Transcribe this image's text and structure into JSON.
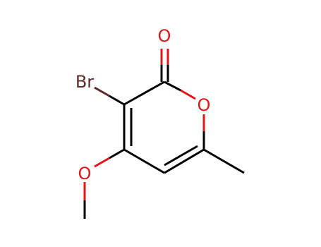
{
  "molecule": {
    "atoms": {
      "br": {
        "symbol": "Br",
        "color": "#5e2b2b"
      },
      "o_ring": {
        "symbol": "O",
        "color": "#e0161a"
      },
      "o_carbonyl": {
        "symbol": "O",
        "color": "#e0161a"
      },
      "o_methoxy": {
        "symbol": "O",
        "color": "#e0161a"
      }
    },
    "colors": {
      "carbon_bond": "#000000",
      "oxygen": "#e0161a",
      "bromine": "#5e2b2b"
    }
  }
}
